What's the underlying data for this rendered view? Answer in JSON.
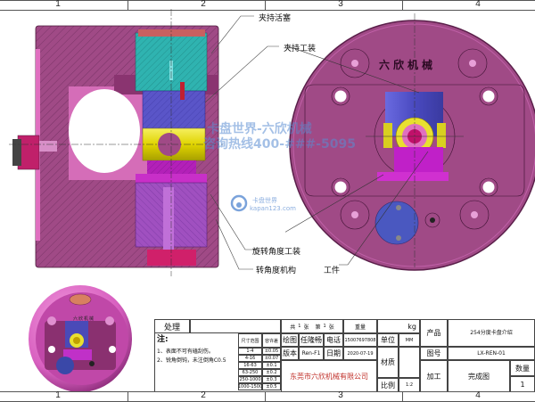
{
  "zones": {
    "top": [
      "1",
      "2",
      "3",
      "4"
    ],
    "bottom": [
      "1",
      "2",
      "3",
      "4"
    ]
  },
  "callouts": [
    {
      "id": "clamp-piston",
      "label": "夹持活塞"
    },
    {
      "id": "clamp-fixture",
      "label": "夹持工装"
    },
    {
      "id": "rotation-angle-fixture",
      "label": "旋转角度工装"
    },
    {
      "id": "rotation-angle-mechanism",
      "label": "转角度机构"
    },
    {
      "id": "workpiece",
      "label": "工件"
    }
  ],
  "front_plate_engraving": "六欣机械",
  "iso_view_engraving": "六欣机械",
  "watermark": {
    "line1": "卡盘世界-六欣机械",
    "line2": "咨询热线400-###-5095",
    "logo_text": "卡盘世界",
    "logo_url_text": "kapan123.com"
  },
  "title_block": {
    "processing_label": "处理",
    "processing_value": "",
    "notes_title": "注:",
    "notes": [
      "1、表面不可有磕刮伤。",
      "2、锐角倒钝，未注倒角C0.5"
    ],
    "tolerance_table": {
      "headers": [
        "尺寸范围",
        "容许差"
      ],
      "rows": [
        [
          "1-4",
          "±0.05"
        ],
        [
          "4-16",
          "±0.07"
        ],
        [
          "16-63",
          "±0.1"
        ],
        [
          "63-250",
          "±0.2"
        ],
        [
          "250-1000",
          "±0.3"
        ],
        [
          "1000-1500",
          "±0.5"
        ]
      ]
    },
    "sheet_total_label": "共",
    "sheet_total": "1",
    "sheet_unit": "张",
    "sheet_index_label": "第",
    "sheet_index": "1",
    "sheet_index_unit": "张",
    "weight_label": "重量",
    "weight_unit": "kg",
    "drawn_by_label": "绘图",
    "drawn_by": "任隆畅",
    "phone_label": "电话",
    "phone": "15007697808",
    "unit_label": "单位",
    "unit_value": "MM",
    "version_label": "版本",
    "version": "Ren-F1",
    "date_label": "日期",
    "date": "2020-07-19",
    "material_label": "材质",
    "material_value": "",
    "company": "东莞市六欣机械有限公司",
    "scale_label": "比例",
    "scale": "1:2",
    "product_label": "产品",
    "product": "254分度卡盘介绍",
    "drawing_no_label": "图号",
    "drawing_no": "LX-REN-01",
    "process_label": "加工",
    "process_value": "完成图",
    "quantity_label": "数量",
    "quantity": "1"
  },
  "colors": {
    "body": "#a04a86",
    "body_dark": "#7a2f66",
    "piston": "#2fb3b0",
    "clamp": "#5a55c8",
    "workpiece_ring": "#e8e030",
    "magenta": "#c21fc0",
    "accent_red": "#c0302a",
    "watermark": "#5a8cd2"
  }
}
